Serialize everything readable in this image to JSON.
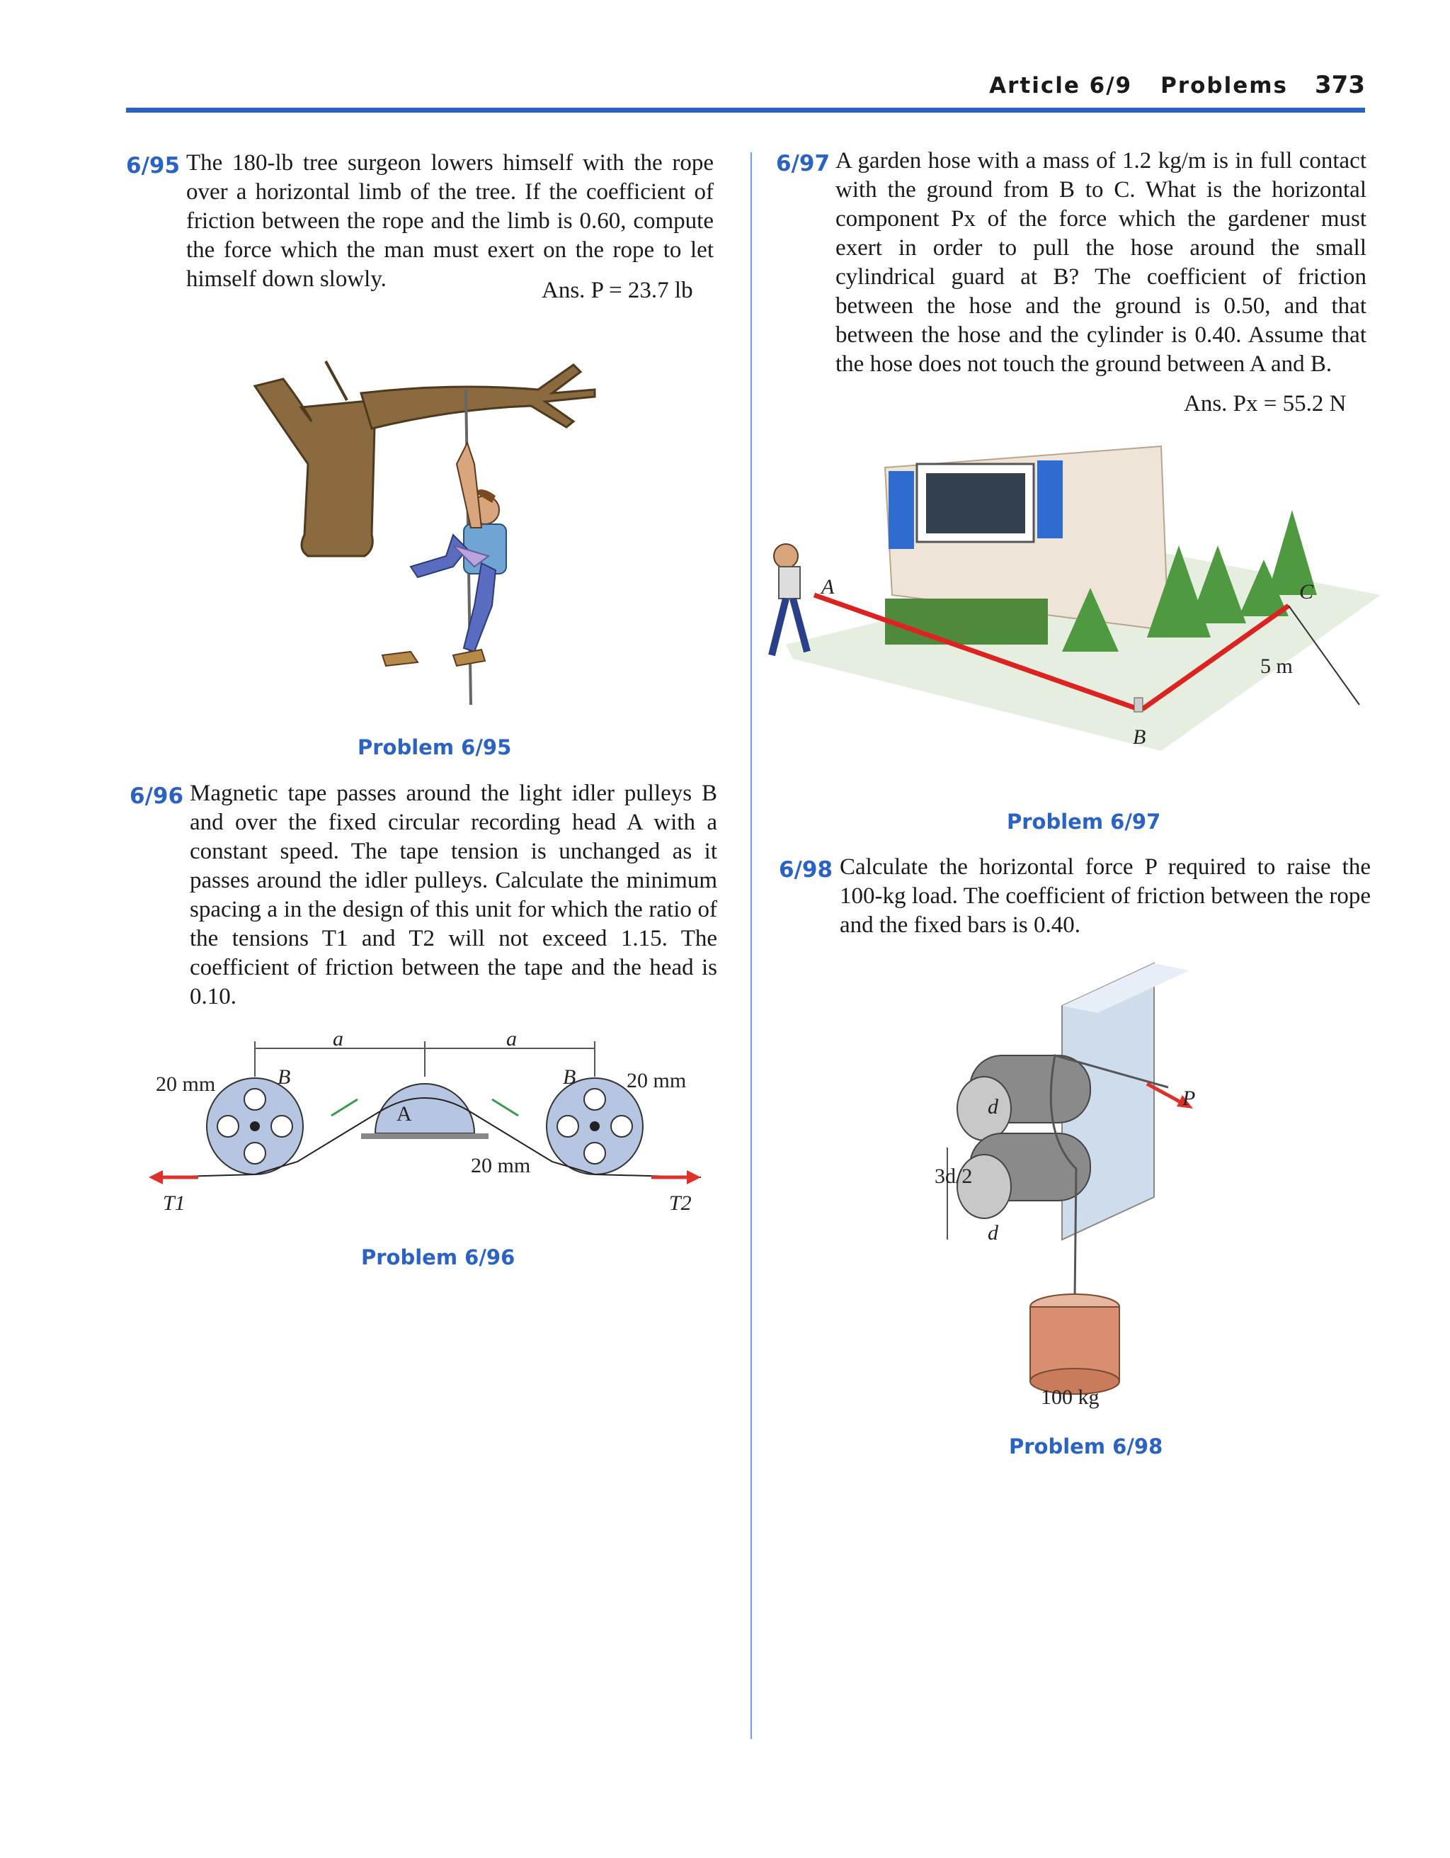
{
  "header": {
    "article": "Article 6/9",
    "section": "Problems",
    "page_number": "373"
  },
  "problems": [
    {
      "number": "6/95",
      "text": "The 180-lb tree surgeon lowers himself with the rope over a horizontal limb of the tree. If the coefficient of friction between the rope and the limb is 0.60, compute the force which the man must exert on the rope to let himself down slowly.",
      "answer": "Ans. P = 23.7 lb",
      "caption": "Problem 6/95"
    },
    {
      "number": "6/96",
      "text": "Magnetic tape passes around the light idler pulleys B and over the fixed circular recording head A with a constant speed. The tape tension is unchanged as it passes around the idler pulleys. Calculate the minimum spacing a in the design of this unit for which the ratio of the tensions T1 and T2 will not exceed 1.15. The coefficient of friction between the tape and the head is 0.10.",
      "caption": "Problem 6/96",
      "figure": {
        "a_left": "a",
        "a_right": "a",
        "dim_left": "20 mm",
        "dim_right": "20 mm",
        "dim_head": "20 mm",
        "B_left": "B",
        "B_right": "B",
        "A": "A",
        "T1": "T1",
        "T2": "T2"
      }
    },
    {
      "number": "6/97",
      "text": "A garden hose with a mass of 1.2 kg/m is in full contact with the ground from B to C. What is the horizontal component Px of the force which the gardener must exert in order to pull the hose around the small cylindrical guard at B? The coefficient of friction between the hose and the ground is 0.50, and that between the hose and the cylinder is 0.40. Assume that the hose does not touch the ground between A and B.",
      "answer": "Ans. Px = 55.2 N",
      "caption": "Problem 6/97",
      "figure": {
        "A": "A",
        "B": "B",
        "C": "C",
        "dim": "5 m"
      }
    },
    {
      "number": "6/98",
      "text": "Calculate the horizontal force P required to raise the 100-kg load. The coefficient of friction between the rope and the fixed bars is 0.40.",
      "caption": "Problem 6/98",
      "figure": {
        "d_top": "d",
        "d_bottom": "d",
        "spacing": "3d/2",
        "P": "P",
        "mass": "100 kg"
      }
    }
  ]
}
